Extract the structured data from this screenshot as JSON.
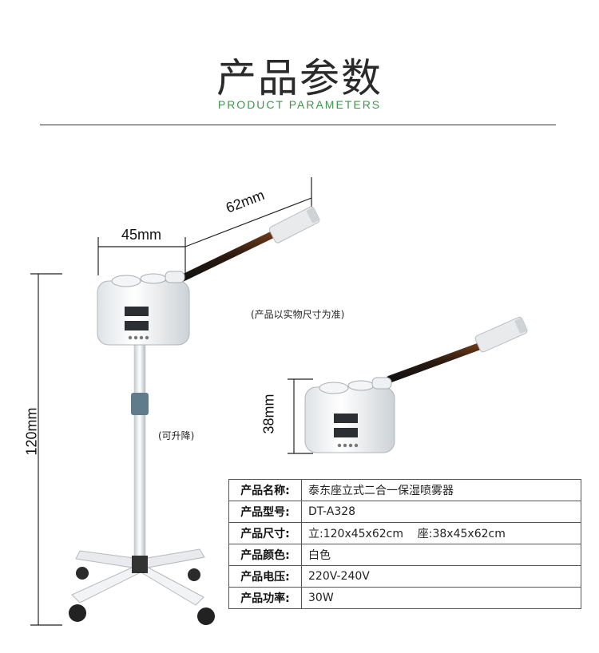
{
  "header": {
    "title": "产品参数",
    "subtitle": "PRODUCT PARAMETERS"
  },
  "dimensions": {
    "width_label": "45mm",
    "arm_label": "62mm",
    "height_label": "120mm",
    "base_height_label": "38mm"
  },
  "notes": {
    "actual_size": "(产品以实物尺寸为准)",
    "adjustable": "(可升降)"
  },
  "params": [
    {
      "key": "产品名称:",
      "value": "泰东座立式二合一保湿喷雾器"
    },
    {
      "key": "产品型号:",
      "value": "DT-A328"
    },
    {
      "key": "产品尺寸:",
      "value": "立:120x45x62cm    座:38x45x62cm"
    },
    {
      "key": "产品颜色:",
      "value": "白色"
    },
    {
      "key": "产品电压:",
      "value": "220V-240V"
    },
    {
      "key": "产品功率:",
      "value": "30W"
    }
  ]
}
